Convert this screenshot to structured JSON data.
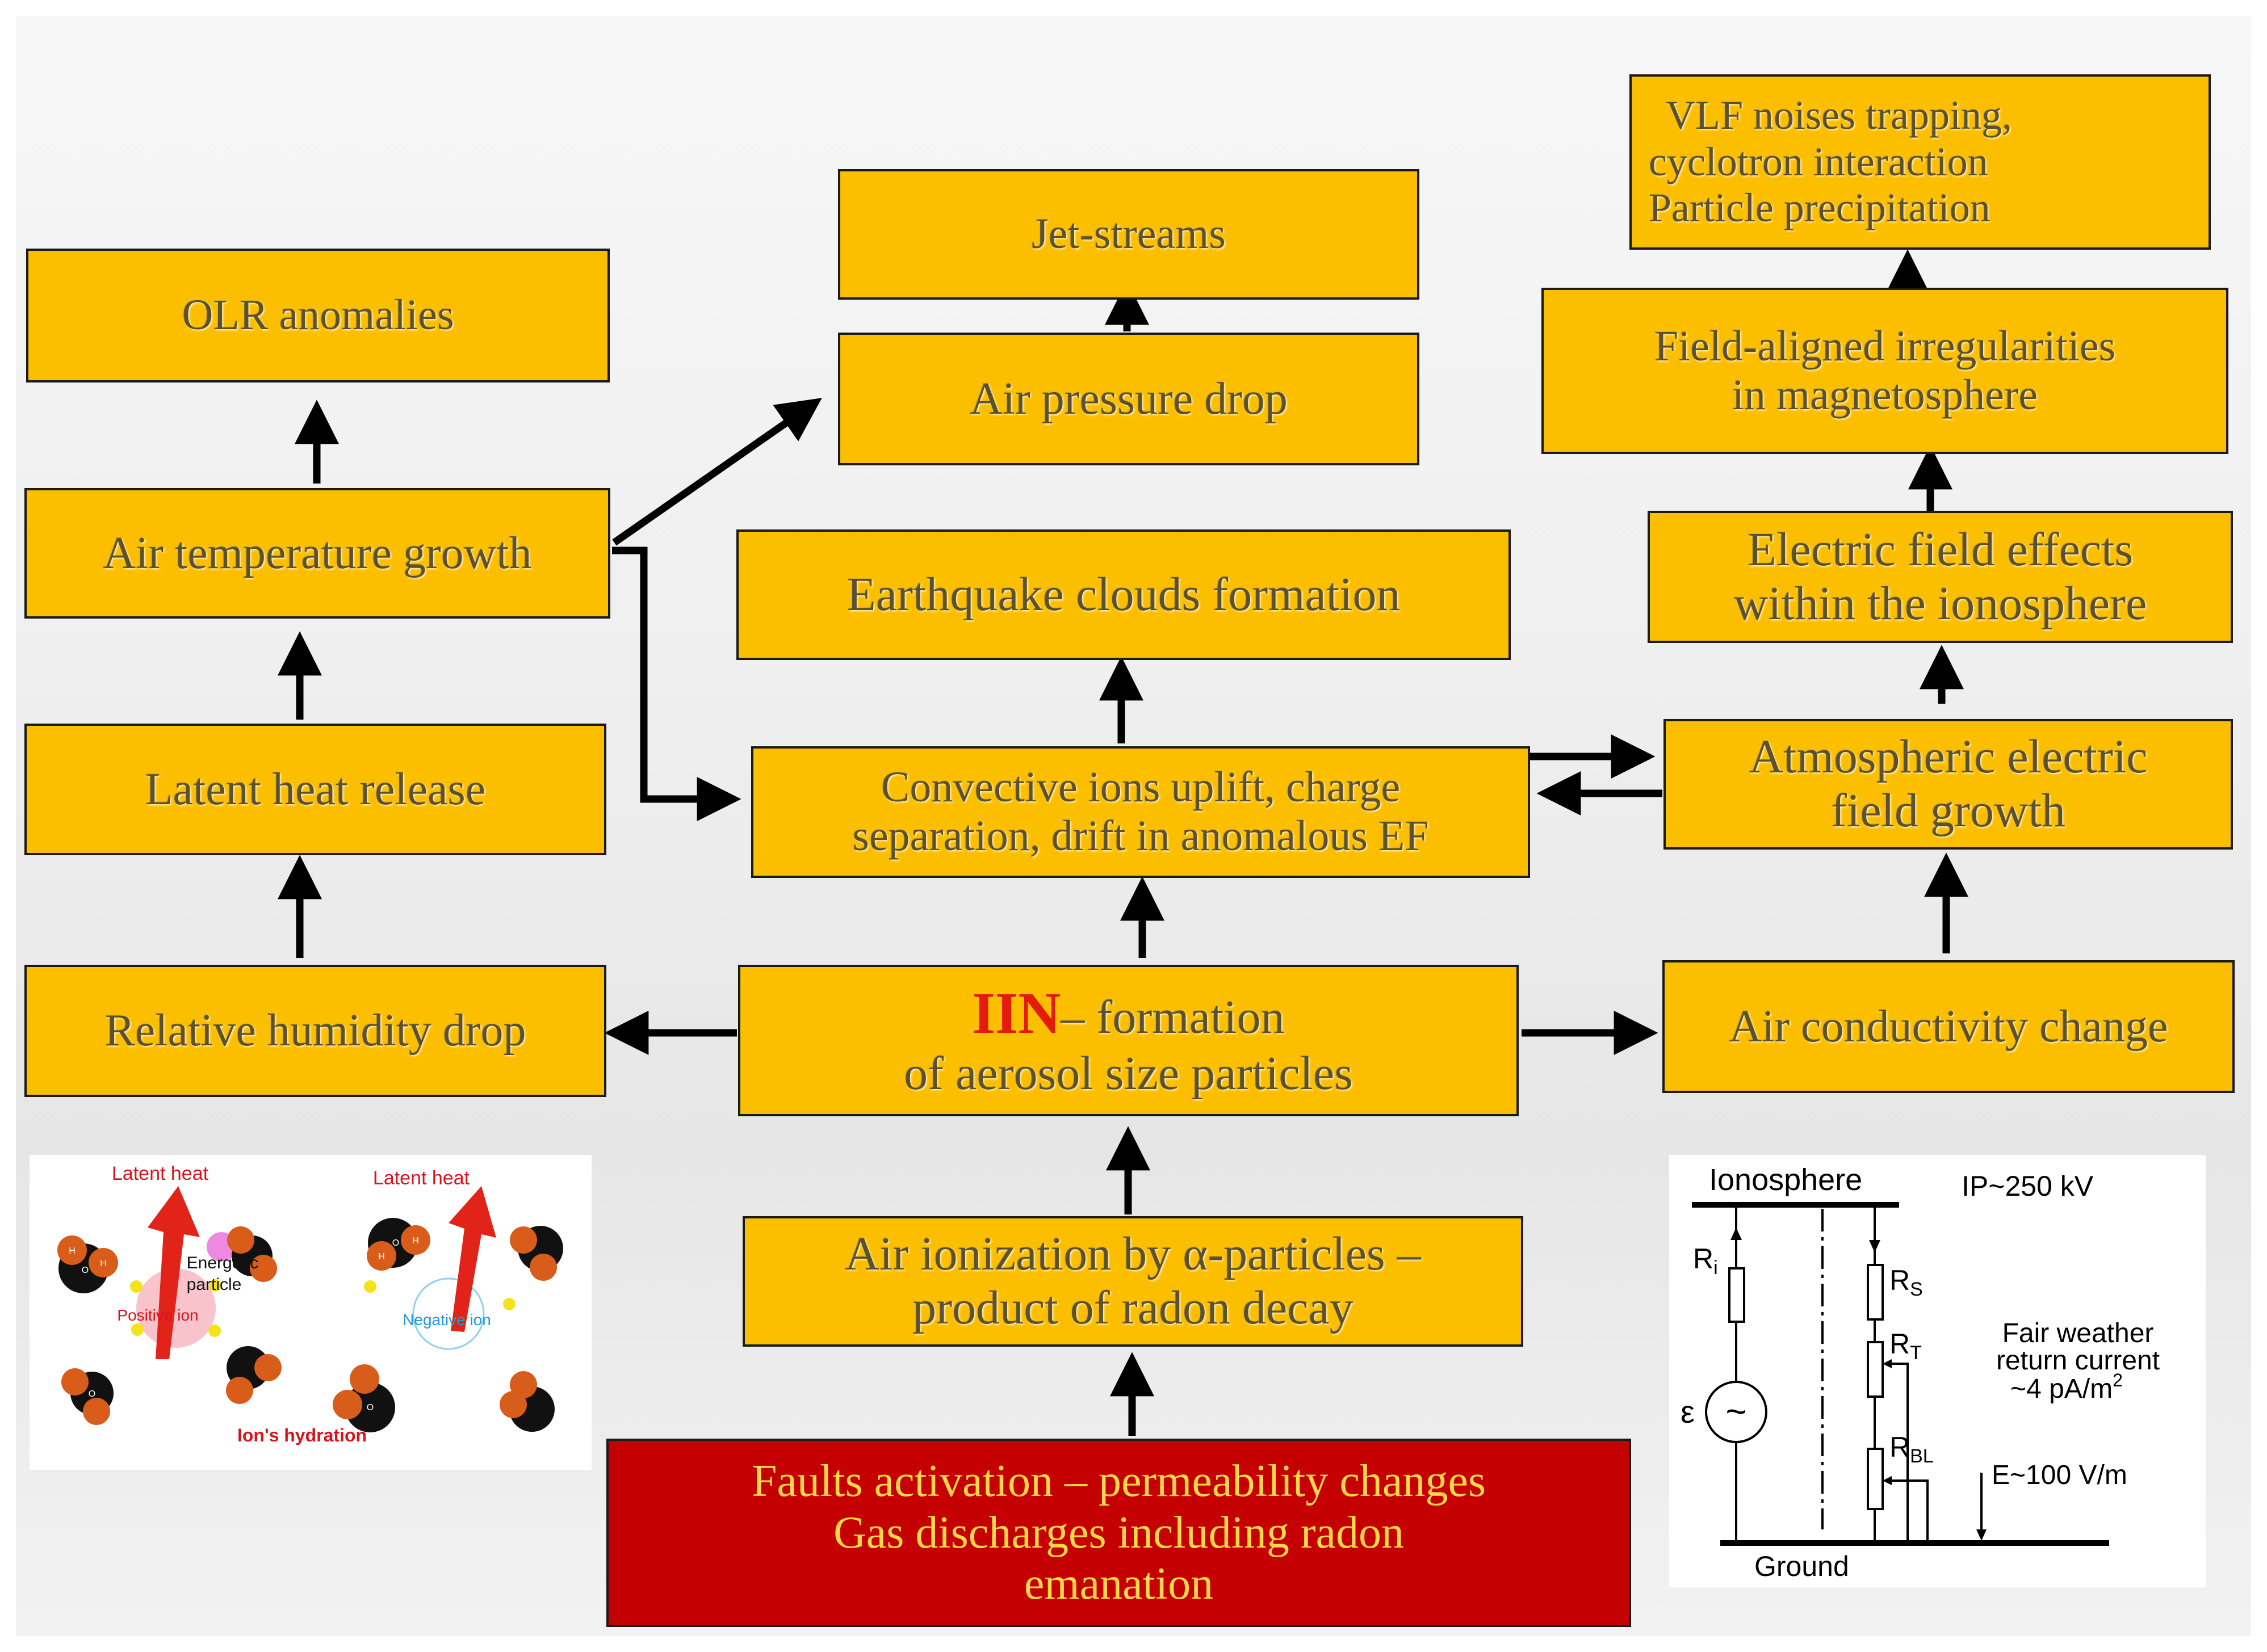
{
  "boxes": {
    "olr": "OLR anomalies",
    "air_temp": "Air temperature growth",
    "latent_heat": "Latent heat release",
    "humidity": "Relative humidity drop",
    "jet_streams": "Jet-streams",
    "air_pressure": "Air pressure drop",
    "eq_clouds": "Earthquake clouds formation",
    "convective_1": "Convective ions uplift, charge",
    "convective_2": "separation, drift in anomalous EF",
    "iin_mark": "IIN",
    "iin_rest": "– formation",
    "iin_line2": "of aerosol size particles",
    "ionization_1": "Air ionization by α-particles –",
    "ionization_2": "product of radon decay",
    "faults_1": "Faults activation – permeability changes",
    "faults_2": "Gas discharges including radon",
    "faults_3": "emanation",
    "vlf_1": "VLF noises trapping,",
    "vlf_2": "cyclotron interaction",
    "vlf_3": "Particle precipitation",
    "field_aligned_1": "Field-aligned irregularities",
    "field_aligned_2": "in magnetosphere",
    "electric_effects_1": "Electric field effects",
    "electric_effects_2": "within the ionosphere",
    "atm_field_1": "Atmospheric electric",
    "atm_field_2": "field growth",
    "conductivity": "Air conductivity change"
  },
  "hydration_inset": {
    "latent_heat_1": "Latent heat",
    "latent_heat_2": "Latent heat",
    "energetic_1": "Energetic",
    "energetic_2": "particle",
    "positive_ion": "Positive ion",
    "negative_ion": "Negative ion",
    "caption": "Ion's hydration",
    "atom_h": "H",
    "atom_o": "O"
  },
  "circuit_inset": {
    "ionosphere": "Ionosphere",
    "ip": "IP~250 kV",
    "ri": "R",
    "ri_sub": "i",
    "rs": "R",
    "rs_sub": "S",
    "rt": "R",
    "rt_sub": "T",
    "rbl": "R",
    "rbl_sub": "BL",
    "epsilon": "ε",
    "tilde": "~",
    "fair_1": "Fair weather",
    "fair_2": "return current",
    "fair_3": "~4 pA/m",
    "fair_sup": "2",
    "efield": "E~100 V/m",
    "ground": "Ground"
  },
  "colors": {
    "box_fill": "#fcbf00",
    "box_text": "#5a5130",
    "root_fill": "#c40000",
    "root_text": "#ffd84a",
    "iin_accent": "#e41a0a",
    "arrow": "#000000"
  }
}
